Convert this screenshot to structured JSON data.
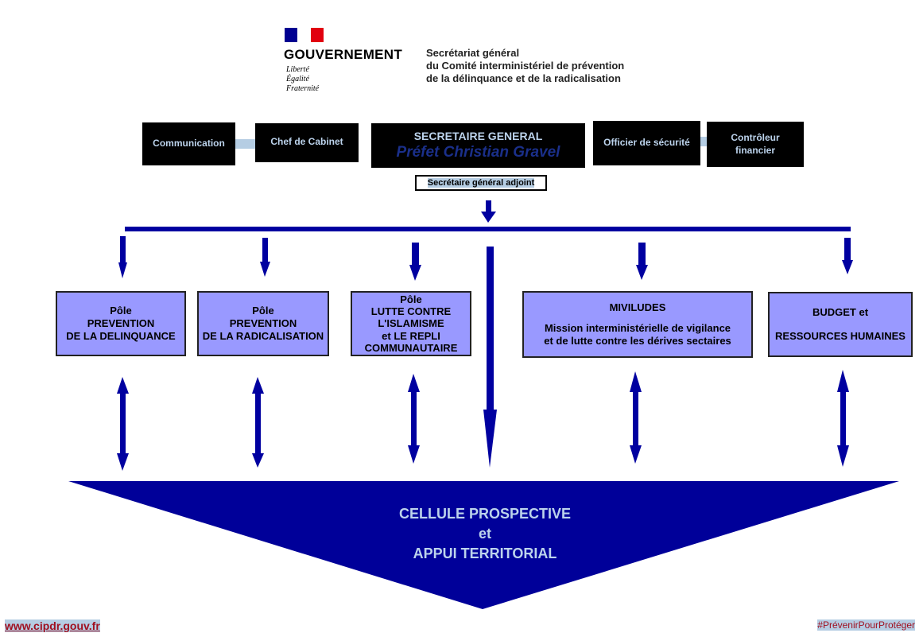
{
  "header": {
    "brand": "GOUVERNEMENT",
    "motto": [
      "Liberté",
      "Égalité",
      "Fraternité"
    ],
    "org_lines": [
      "Secrétariat général",
      "du Comité interministériel de prévention",
      "de la délinquance et de la radicalisation"
    ]
  },
  "top": {
    "communication": "Communication",
    "chef_cabinet": "Chef de Cabinet",
    "sg_title": "SECRETAIRE GENERAL",
    "sg_name": "Préfet Christian Gravel",
    "officier": "Officier de sécurité",
    "controleur": [
      "Contrôleur",
      "financier"
    ],
    "adjoint": "Secrétaire général adjoint"
  },
  "poles": [
    {
      "lines": [
        "Pôle",
        "PREVENTION",
        "DE LA DELINQUANCE"
      ]
    },
    {
      "lines": [
        "Pôle",
        "PREVENTION",
        "DE LA RADICALISATION"
      ]
    },
    {
      "lines": [
        "Pôle",
        "LUTTE CONTRE",
        "L'ISLAMISME",
        "et LE REPLI",
        "COMMUNAUTAIRE"
      ]
    },
    {
      "lines": [
        "MIVILUDES",
        "",
        "Mission interministérielle de vigilance",
        "et de lutte contre les dérives sectaires"
      ]
    },
    {
      "lines": [
        "BUDGET et",
        "",
        "RESSOURCES HUMAINES"
      ]
    }
  ],
  "cellule": [
    "CELLULE PROSPECTIVE",
    "et",
    "APPUI TERRITORIAL"
  ],
  "footer": {
    "website": "www.cipdr.gouv.fr",
    "hashtag": "#PrévenirPourProtéger"
  },
  "colors": {
    "arrow": "#0000a0",
    "pole_fill": "#9999ff",
    "triangle": "#000099",
    "box_text": "#bcd3ec",
    "footer_text": "#a01020"
  }
}
